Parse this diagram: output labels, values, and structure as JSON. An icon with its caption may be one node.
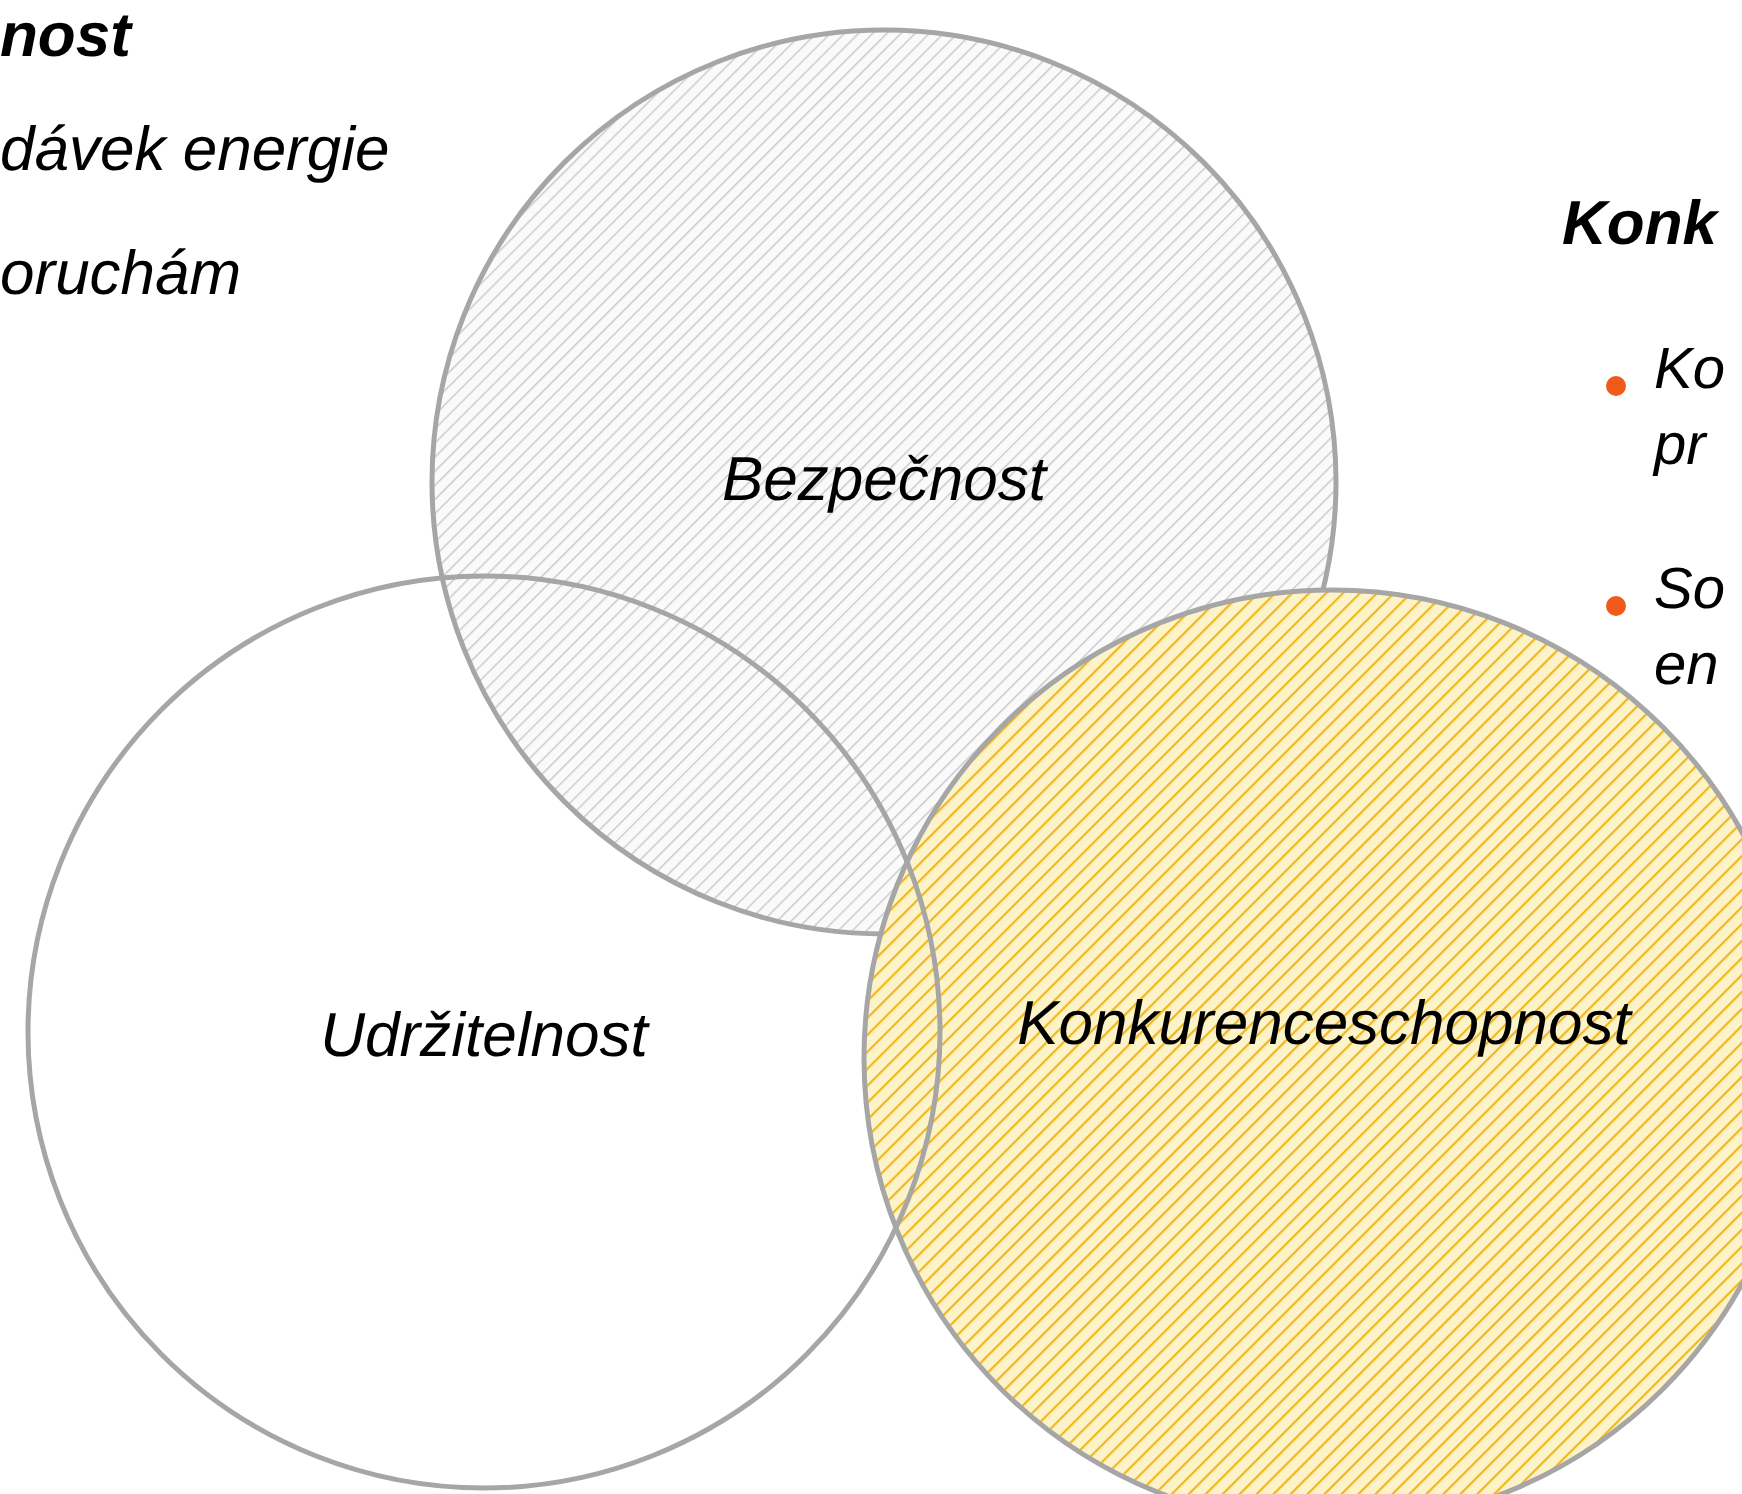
{
  "diagram": {
    "nodes": [
      {
        "text": [
          "Bezpečnost"
        ]
      },
      {
        "text": [
          "Udržitelnost"
        ]
      },
      {
        "text": [
          "Konkurenceschopnost"
        ]
      }
    ],
    "labels": [
      "nost",
      "dávek energie",
      "oruchám",
      "Konk",
      "Ko pr",
      "So en"
    ]
  }
}
